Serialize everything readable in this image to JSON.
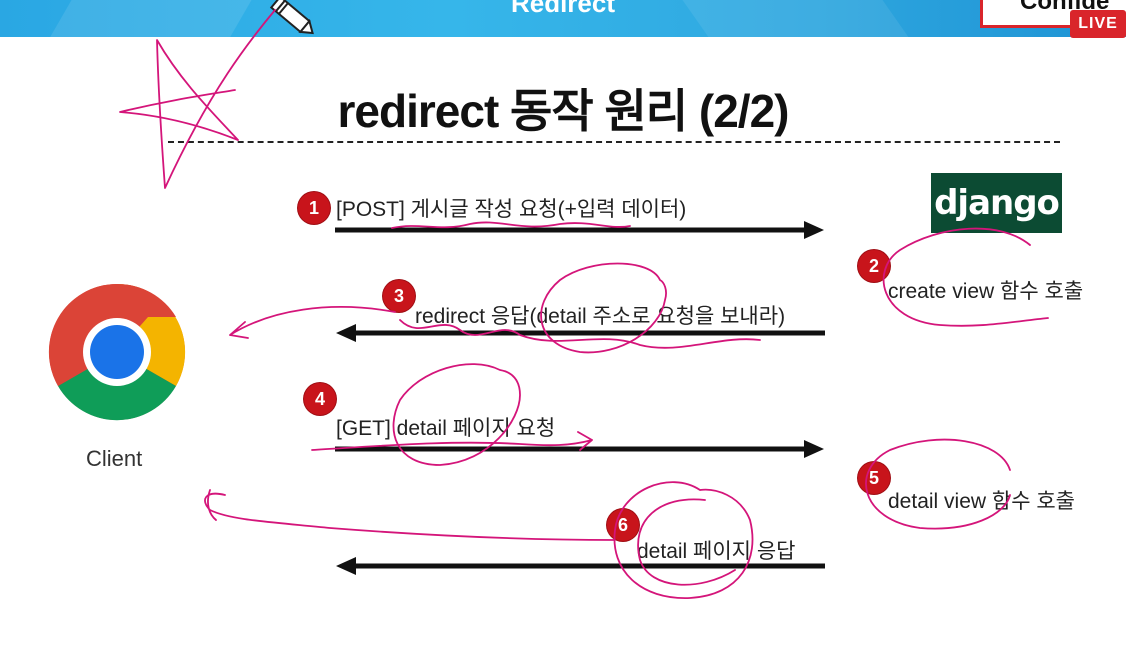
{
  "header": {
    "title": "Redirect",
    "right_text": "Confide",
    "live_badge": "LIVE"
  },
  "slide": {
    "title": "redirect 동작 원리 (2/2)",
    "client_label": "Client",
    "server_logo": "django"
  },
  "steps": [
    {
      "number": "1",
      "text": "[POST] 게시글 작성 요청(+입력 데이터)"
    },
    {
      "number": "2",
      "text": "create view 함수 호출"
    },
    {
      "number": "3",
      "text": "redirect 응답(detail 주소로 요청을 보내라)"
    },
    {
      "number": "4",
      "text": "[GET] detail 페이지 요청"
    },
    {
      "number": "5",
      "text": "detail view 함수 호출"
    },
    {
      "number": "6",
      "text": "detail 페이지 응답"
    }
  ],
  "colors": {
    "badge": "#c8141b",
    "django": "#0c4b33",
    "header": "#2aa7e3",
    "annotation": "#d4157a"
  },
  "icons": [
    "pencil-icon",
    "chrome-icon"
  ]
}
